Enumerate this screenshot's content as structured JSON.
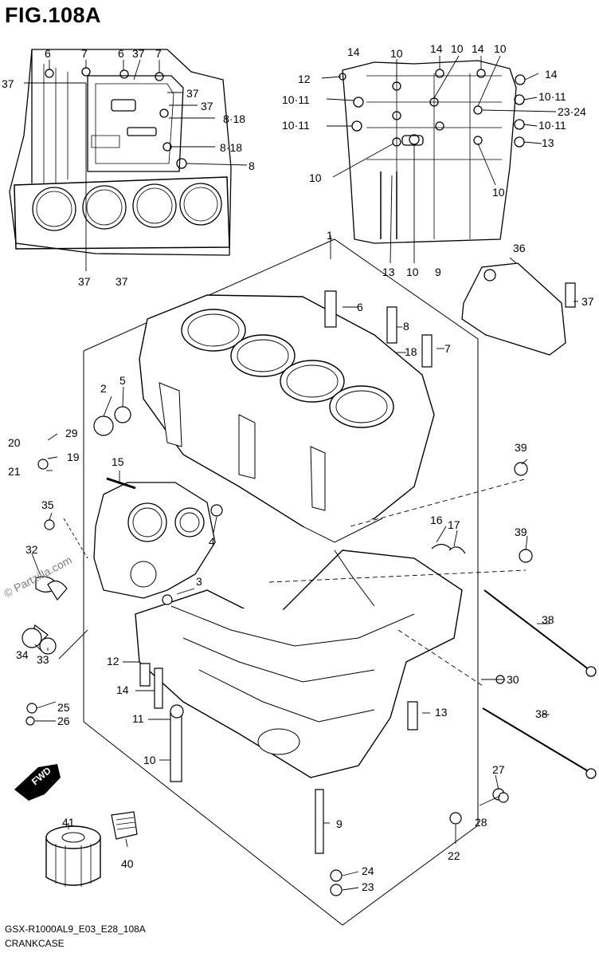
{
  "figure": {
    "title": "FIG.108A",
    "model_code": "GSX-R1000AL9_E03_E28_108A",
    "part_group": "CRANKCASE",
    "watermark": "© Partzilla.com",
    "direction_label": "FWD"
  },
  "callouts": {
    "main": [
      "1",
      "2",
      "3",
      "4",
      "5",
      "6",
      "7",
      "8",
      "9",
      "10",
      "11",
      "12",
      "13",
      "14",
      "15",
      "16",
      "17",
      "18",
      "19",
      "20",
      "21",
      "22",
      "23",
      "24",
      "25",
      "26",
      "27",
      "28",
      "29",
      "30",
      "32",
      "33",
      "34",
      "35",
      "36",
      "37",
      "38",
      "38",
      "39",
      "39",
      "40",
      "41"
    ],
    "upper_left_inset": [
      "6",
      "7",
      "6",
      "37",
      "7",
      "37",
      "37",
      "37",
      "8·18",
      "8·18",
      "8",
      "37",
      "37"
    ],
    "upper_right_inset": [
      "14",
      "10",
      "14",
      "10",
      "14",
      "10",
      "12",
      "14",
      "10·11",
      "10·11",
      "23·24",
      "10·11",
      "10·11",
      "13",
      "10",
      "10",
      "13",
      "10",
      "9"
    ]
  }
}
